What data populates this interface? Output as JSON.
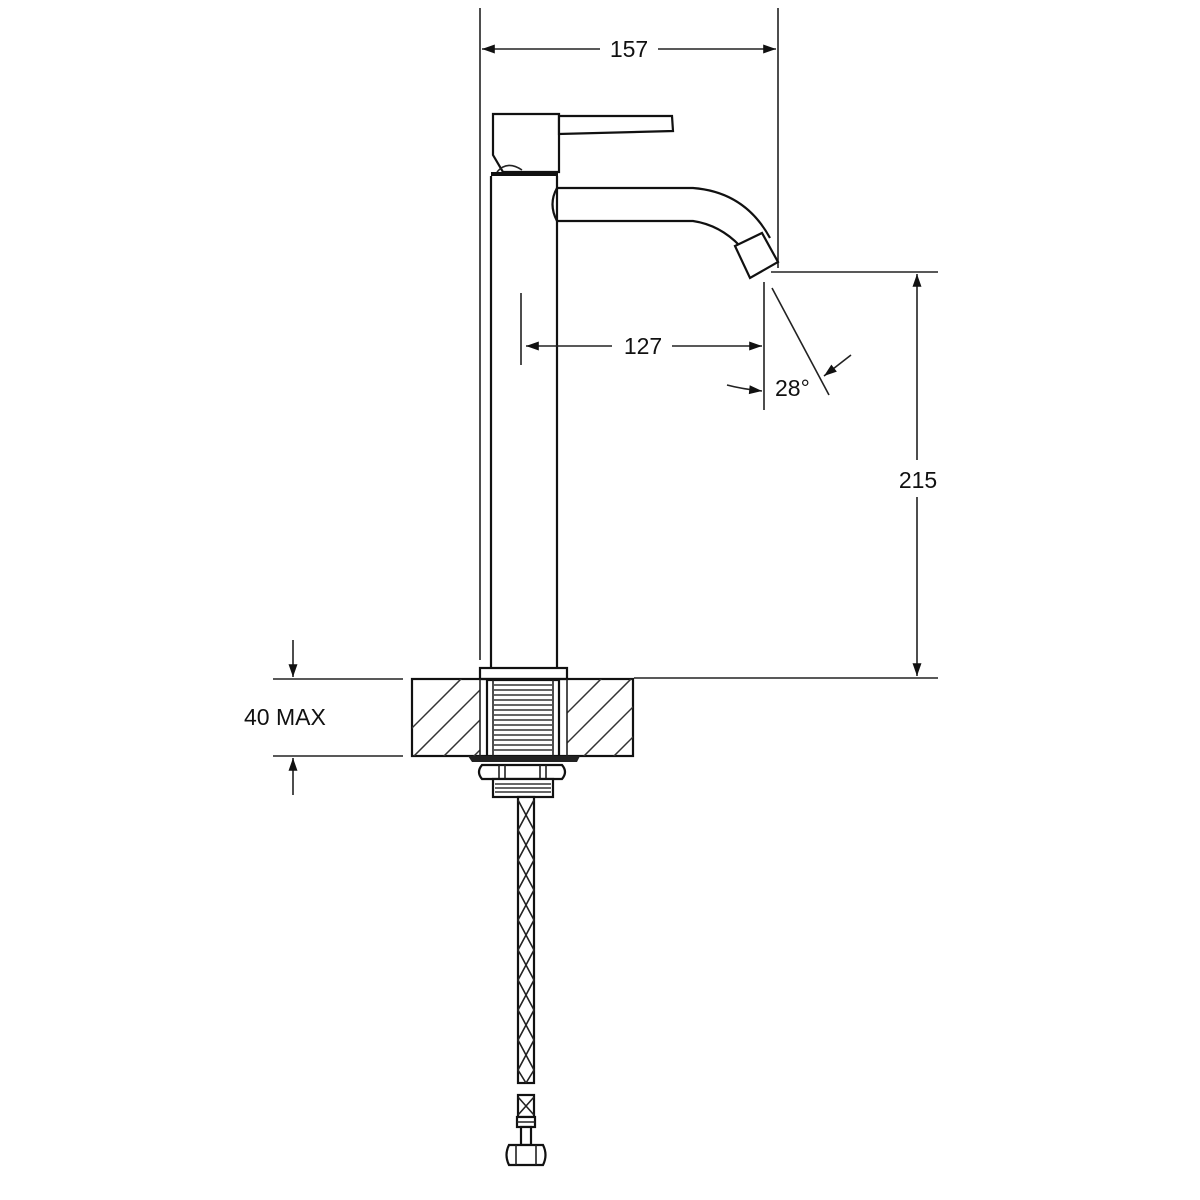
{
  "drawing": {
    "title": "Tall basin mixer tap - side elevation dimension drawing",
    "units": "mm",
    "line_color": "#111111",
    "background": "#ffffff"
  },
  "dimensions": {
    "overall_width": {
      "value": "157",
      "label": "157"
    },
    "spout_reach": {
      "value": "127",
      "label": "127"
    },
    "outlet_height": {
      "value": "215",
      "label": "215"
    },
    "spray_angle": {
      "value": "28°",
      "label": "28°"
    },
    "max_deck_thickness": {
      "value": "40",
      "label": "40 MAX"
    }
  },
  "components": [
    {
      "name": "lever-handle"
    },
    {
      "name": "mixer-body"
    },
    {
      "name": "spout"
    },
    {
      "name": "aerator"
    },
    {
      "name": "base-flange"
    },
    {
      "name": "deck-section"
    },
    {
      "name": "threaded-shank"
    },
    {
      "name": "backnut"
    },
    {
      "name": "braided-flexible-hose"
    },
    {
      "name": "hose-connector-nut"
    }
  ]
}
